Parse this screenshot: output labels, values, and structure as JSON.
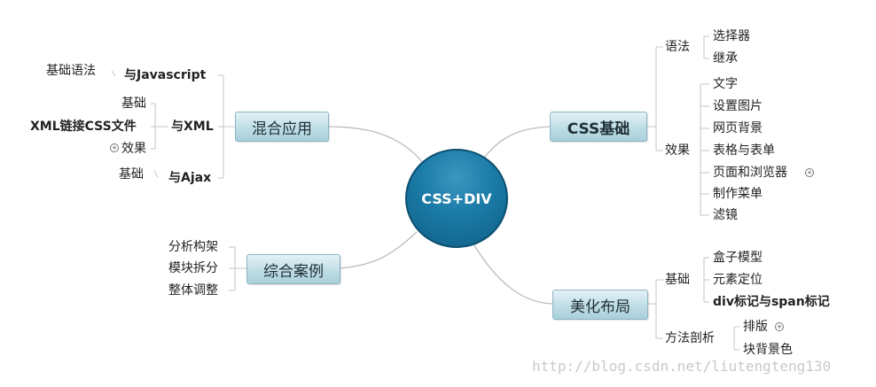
{
  "center": "CSS+DIV",
  "nodes": {
    "css_basics": "CSS基础",
    "mixed": "混合应用",
    "cases": "综合案例",
    "layout": "美化布局"
  },
  "css_basics": {
    "syntax": "语法",
    "syntax_items": [
      "选择器",
      "继承"
    ],
    "effects": "效果",
    "effects_items": [
      "文字",
      "设置图片",
      "网页背景",
      "表格与表单",
      "页面和浏览器",
      "制作菜单",
      "滤镜"
    ]
  },
  "mixed": {
    "js": "与Javascript",
    "js_items": [
      "基础语法"
    ],
    "xml": "与XML",
    "xml_items": [
      "基础",
      "XML链接CSS文件",
      "效果"
    ],
    "ajax": "与Ajax",
    "ajax_items": [
      "基础"
    ]
  },
  "cases": {
    "items": [
      "分析构架",
      "模块拆分",
      "整体调整"
    ]
  },
  "layout": {
    "basics": "基础",
    "basics_items": [
      "盒子模型",
      "元素定位",
      "div标记与span标记"
    ],
    "methods": "方法剖析",
    "methods_items": [
      "排版",
      "块背景色"
    ]
  },
  "expand_symbol": "+",
  "watermark": "http://blog.csdn.net/liutengteng130"
}
